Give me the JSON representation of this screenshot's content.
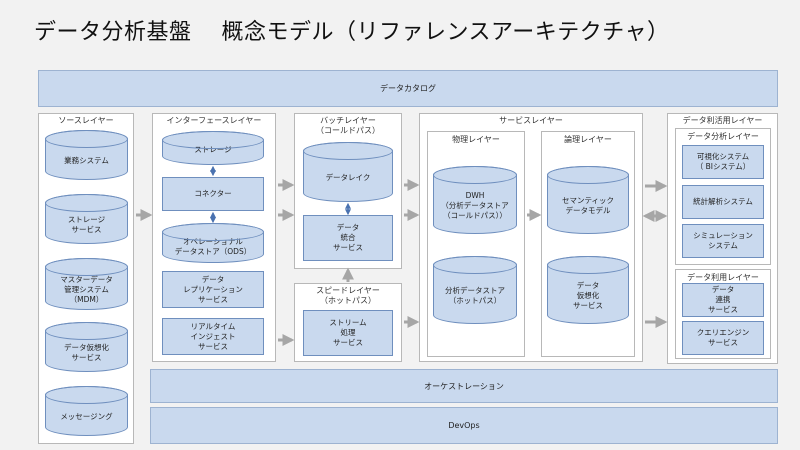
{
  "title": "データ分析基盤　 概念モデル（リファレンスアーキテクチャ）",
  "catalog": "データカタログ",
  "orchestration": "オーケストレーション",
  "devops": "DevOps",
  "source": {
    "title": "ソースレイヤー",
    "items": [
      "業務システム",
      "ストレージ\nサービス",
      "マスターデータ\n管理システム\n（MDM）",
      "データ仮想化\nサービス",
      "メッセージング"
    ]
  },
  "interface": {
    "title": "インターフェースレイヤー",
    "storage": "ストレージ",
    "connector": "コネクター",
    "ods": "オペレーショナル\nデータストア（ODS）",
    "replication": "データ\nレプリケーション\nサービス",
    "ingest": "リアルタイム\nインジェスト\nサービス"
  },
  "batch": {
    "title": "バッチレイヤー\n（コールドパス）",
    "lake": "データレイク",
    "integration": "データ\n統合\nサービス"
  },
  "speed": {
    "title": "スピードレイヤー\n（ホットパス）",
    "stream": "ストリーム\n処理\nサービス"
  },
  "service": {
    "title": "サービスレイヤー",
    "physical_title": "物理レイヤー",
    "dwh": "DWH\n（分析データストア\n（コールドパス））",
    "hot_store": "分析データストア\n（ホットパス）",
    "logical_title": "論理レイヤー",
    "semantic": "セマンティック\nデータモデル",
    "virtualization": "データ\n仮想化\nサービス"
  },
  "usage": {
    "title": "データ利活用レイヤー",
    "analysis_title": "データ分析レイヤー",
    "bi": "可視化システム\n（ BIシステム）",
    "stats": "統計解析システム",
    "simulation": "シミュレーション\nシステム",
    "use_title": "データ利用レイヤー",
    "linkage": "データ\n連携\nサービス",
    "query": "クエリエンジン\nサービス"
  }
}
